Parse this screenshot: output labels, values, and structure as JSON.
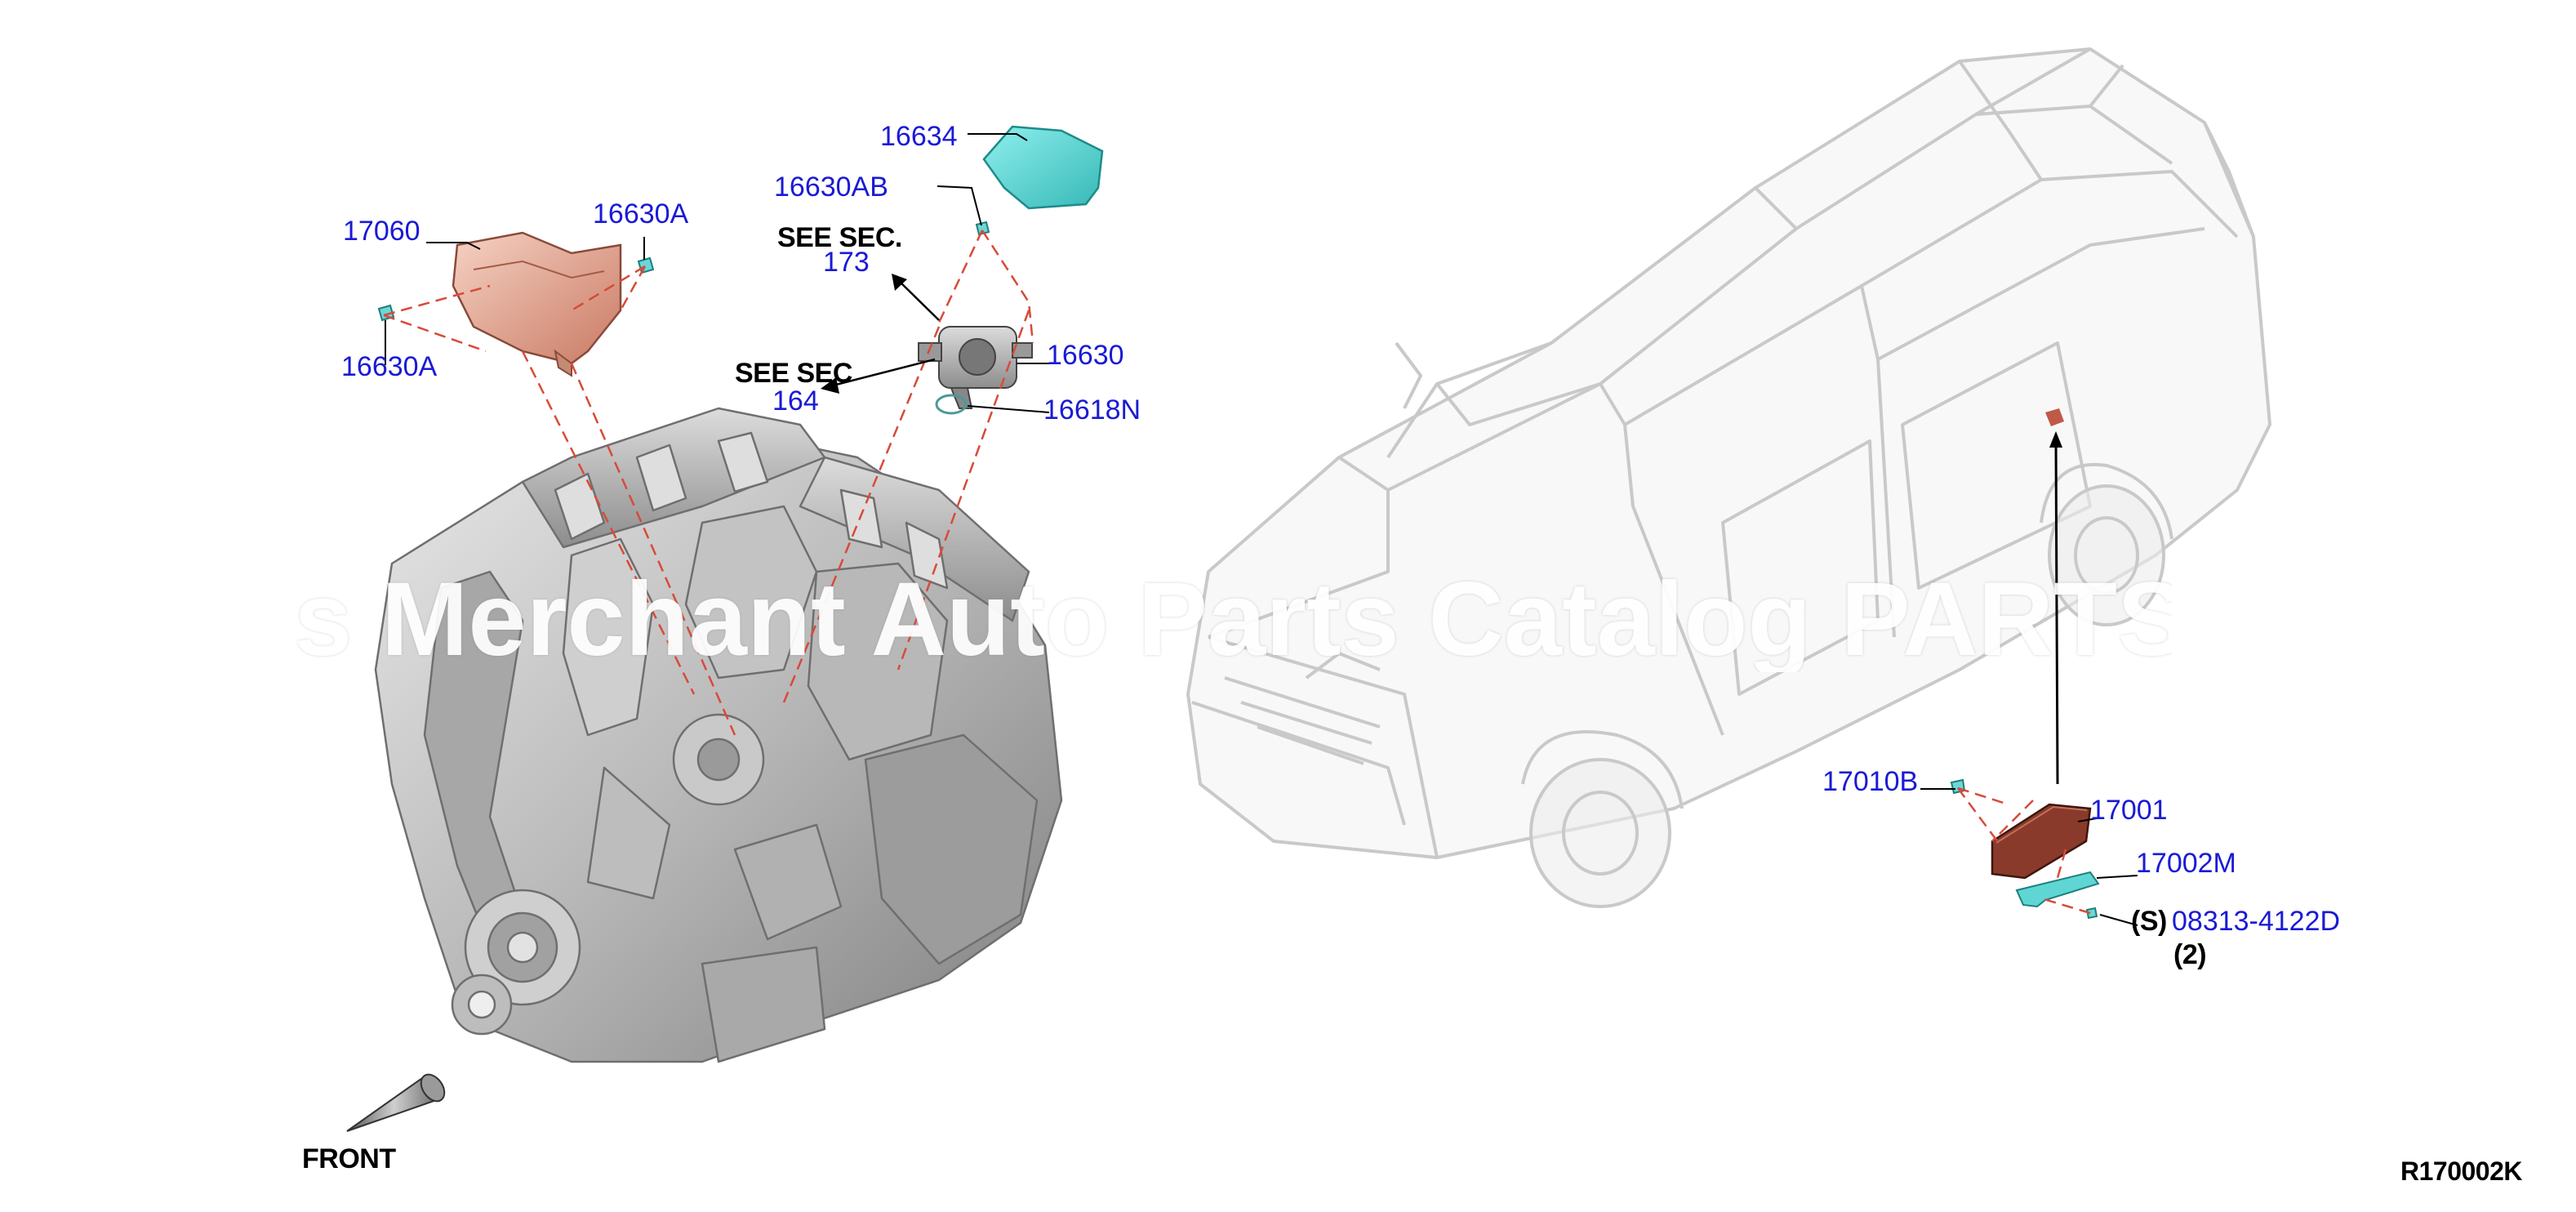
{
  "watermark": "s Merchant Auto Parts Catalog PARTSTO",
  "diagram_code": "R170002K",
  "front_label": "FRONT",
  "see_sections": [
    {
      "text": "SEE SEC.",
      "number": "173"
    },
    {
      "text": "SEE SEC",
      "number": "164"
    }
  ],
  "callouts": {
    "c16634": "16634",
    "c16630AB": "16630AB",
    "c17060": "17060",
    "c16630A_top": "16630A",
    "c16630A_left": "16630A",
    "c16630": "16630",
    "c16618N": "16618N",
    "c17010B": "17010B",
    "c17001": "17001",
    "c17002M": "17002M",
    "c08313": "08313-4122D"
  },
  "bolt_prefix": "(S)",
  "bolt_qty": "(2)",
  "colors": {
    "callout_text": "#1a1ad6",
    "leader_dash": "#d84a3a",
    "engine_metal": "#b4b4b4",
    "cover_pink": "#e8a58f",
    "cap_cyan": "#5fd6d4",
    "module_brown": "#8a3a2a",
    "vehicle_line": "#c7c7c7"
  },
  "icons": [
    "front-arrow-icon",
    "engine-illustration",
    "vehicle-illustration"
  ]
}
